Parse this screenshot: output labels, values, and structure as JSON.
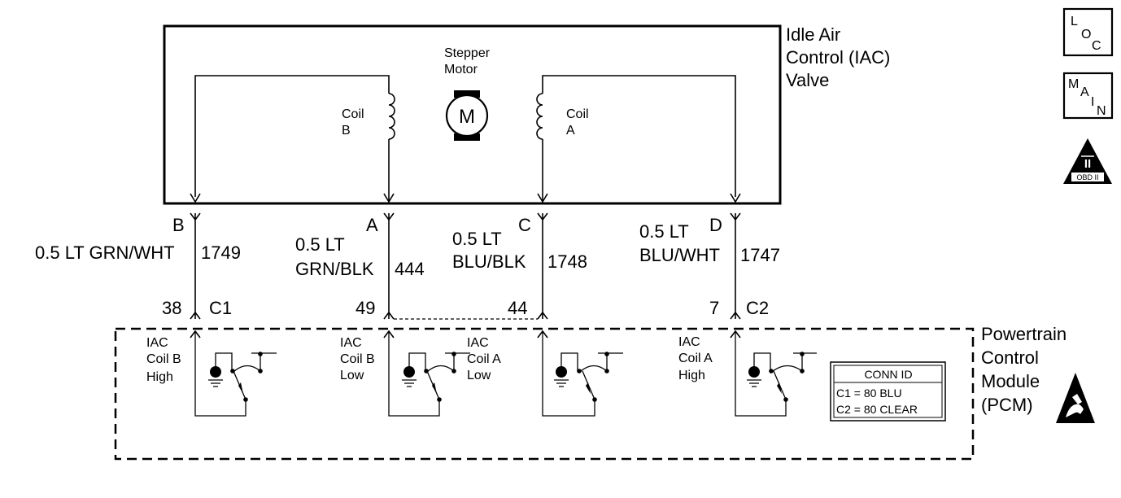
{
  "iac_valve": {
    "title_lines": [
      "Idle Air",
      "Control (IAC)",
      "Valve"
    ],
    "motor_label_lines": [
      "Stepper",
      "Motor"
    ],
    "motor_symbol": "M",
    "coil_b_lines": [
      "Coil",
      "B"
    ],
    "coil_a_lines": [
      "Coil",
      "A"
    ]
  },
  "pins": [
    "B",
    "A",
    "C",
    "D"
  ],
  "wires": [
    {
      "color_lines": [
        "0.5 LT GRN/WHT"
      ],
      "circuit": "1749",
      "pcm_pin": "38"
    },
    {
      "color_lines": [
        "0.5 LT",
        "GRN/BLK"
      ],
      "circuit": "444",
      "pcm_pin": "49"
    },
    {
      "color_lines": [
        "0.5 LT",
        "BLU/BLK"
      ],
      "circuit": "1748",
      "pcm_pin": "44"
    },
    {
      "color_lines": [
        "0.5 LT",
        "BLU/WHT"
      ],
      "circuit": "1747",
      "pcm_pin": "7"
    }
  ],
  "connectors": [
    "C1",
    "C2"
  ],
  "pcm": {
    "title_lines": [
      "Powertrain",
      "Control",
      "Module",
      "(PCM)"
    ],
    "drivers": [
      [
        "IAC",
        "Coil B",
        "High"
      ],
      [
        "IAC",
        "Coil B",
        "Low"
      ],
      [
        "IAC",
        "Coil A",
        "Low"
      ],
      [
        "IAC",
        "Coil A",
        "High"
      ]
    ],
    "conn_id": {
      "header": "CONN ID",
      "rows": [
        "C1 = 80 BLU",
        "C2 = 80 CLEAR"
      ]
    }
  },
  "side_icons": {
    "loc": [
      "L",
      "O",
      "C"
    ],
    "main": [
      "M",
      "A",
      "I",
      "N"
    ],
    "obd": {
      "numeral": "II",
      "label": "OBD II"
    }
  }
}
